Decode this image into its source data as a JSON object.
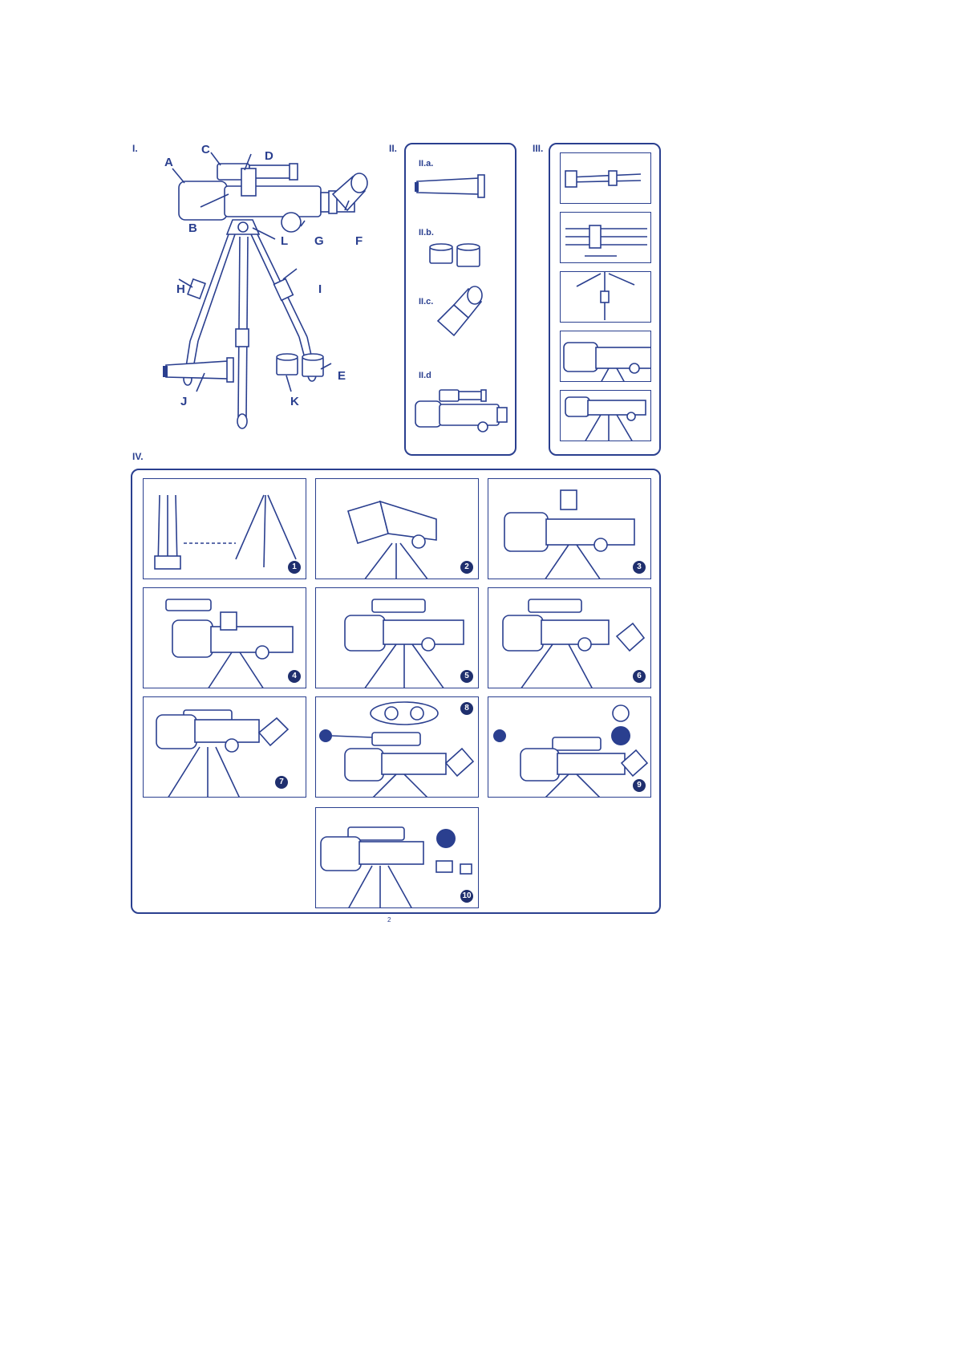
{
  "sections": {
    "s1": "I.",
    "s2": "II.",
    "s3": "III.",
    "s4": "IV."
  },
  "parts": {
    "A": "A",
    "B": "B",
    "C": "C",
    "D": "D",
    "E": "E",
    "F": "F",
    "G": "G",
    "H": "H",
    "I": "I",
    "J": "J",
    "K": "K",
    "L": "L"
  },
  "section2": {
    "a": "II.a.",
    "b": "II.b.",
    "c": "II.c.",
    "d": "II.d"
  },
  "steps": [
    "1",
    "2",
    "3",
    "4",
    "5",
    "6",
    "7",
    "8",
    "9",
    "10"
  ],
  "page_number": "2"
}
